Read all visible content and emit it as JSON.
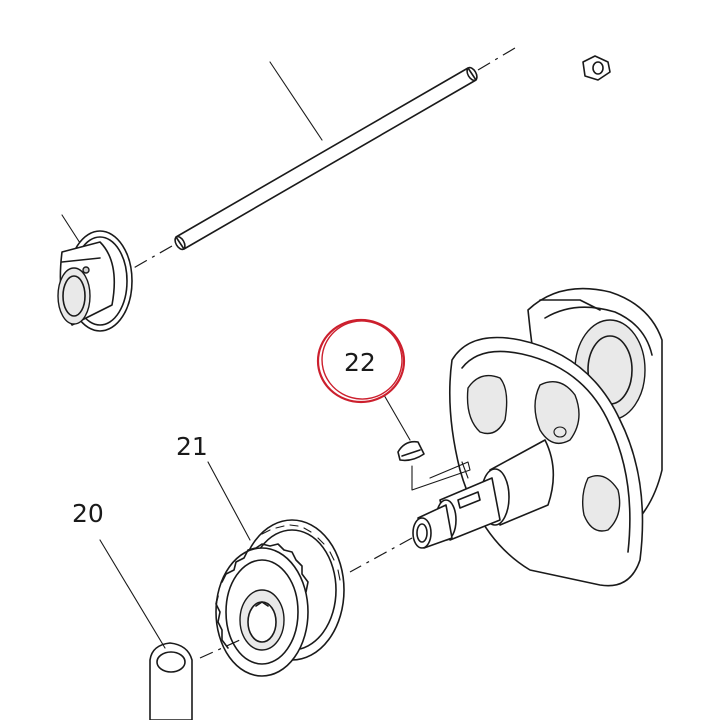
{
  "diagram": {
    "callouts": [
      {
        "id": "20",
        "label": "20"
      },
      {
        "id": "21",
        "label": "21"
      },
      {
        "id": "22",
        "label": "22"
      }
    ],
    "highlight_callout": "22",
    "highlight_color": "#cc1f2d",
    "line_color": "#1a1a1a",
    "background_color": "#ffffff"
  }
}
